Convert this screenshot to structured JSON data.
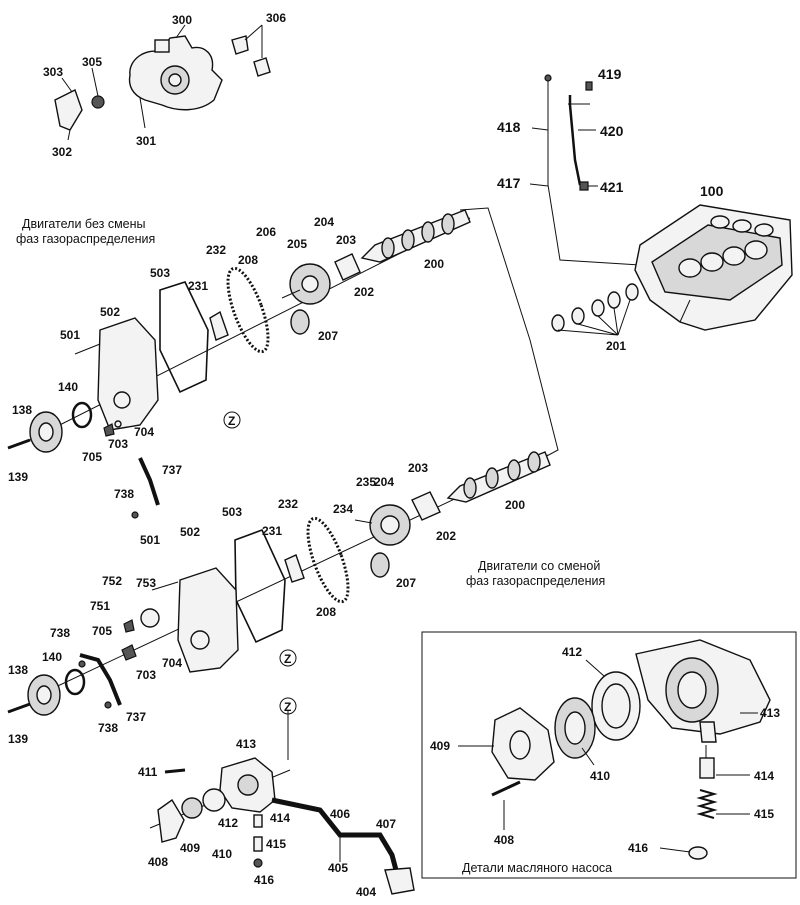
{
  "captions": {
    "without_vvt": [
      "Двигатели без смены",
      "фаз газораспределения"
    ],
    "with_vvt": [
      "Двигатели со сменой",
      "фаз газораспределения"
    ],
    "oil_pump_details": "Детали масляного насоса"
  },
  "callouts": {
    "c100": "100",
    "c300": "300",
    "c301": "301",
    "c302": "302",
    "c303": "303",
    "c305": "305",
    "c306": "306",
    "c417": "417",
    "c418": "418",
    "c419": "419",
    "c420": "420",
    "c421": "421",
    "c201": "201",
    "u200": "200",
    "u202": "202",
    "u203": "203",
    "u204": "204",
    "u205": "205",
    "u206": "206",
    "u207": "207",
    "u208": "208",
    "u231": "231",
    "u232": "232",
    "u501": "501",
    "u502": "502",
    "u503": "503",
    "u140": "140",
    "u138": "138",
    "u139": "139",
    "u703": "703",
    "u704": "704",
    "u705": "705",
    "u737": "737",
    "u738": "738",
    "l200": "200",
    "l202": "202",
    "l203": "203",
    "l204": "204",
    "l207": "207",
    "l208": "208",
    "l231": "231",
    "l232": "232",
    "l234": "234",
    "l235": "235",
    "l501": "501",
    "l502": "502",
    "l503": "503",
    "l751": "751",
    "l752": "752",
    "l753": "753",
    "l705": "705",
    "l703": "703",
    "l704": "704",
    "l738a": "738",
    "l738b": "738",
    "l737": "737",
    "l140": "140",
    "l138": "138",
    "l139": "139",
    "p411": "411",
    "p413": "413",
    "p412": "412",
    "p414": "414",
    "p415": "415",
    "p416": "416",
    "p408": "408",
    "p409": "409",
    "p410": "410",
    "p406": "406",
    "p407": "407",
    "p405": "405",
    "p404": "404",
    "i412": "412",
    "i413": "413",
    "i409": "409",
    "i410": "410",
    "i414": "414",
    "i415": "415",
    "i408": "408",
    "i416": "416"
  },
  "markers": {
    "z_upper": "Z",
    "z_lower": "Z",
    "z_pump": "Z"
  }
}
